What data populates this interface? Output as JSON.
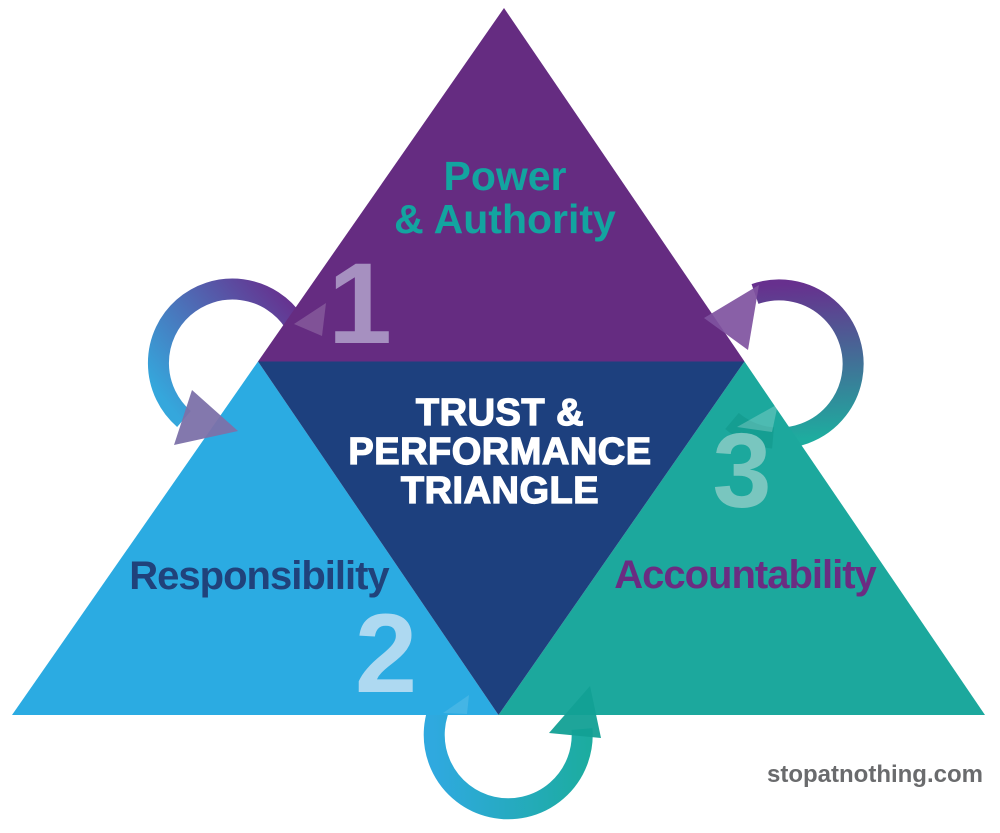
{
  "diagram": {
    "center": {
      "title_lines": [
        "TRUST &",
        "PERFORMANCE",
        "TRIANGLE"
      ],
      "fill": "#1D407E",
      "title_color": "#FFFFFF"
    },
    "power": {
      "label_line1": "Power",
      "label_line2": "& Authority",
      "number": "1",
      "fill": "#652C81",
      "label_color": "#13A4A0",
      "number_color": "#A690C0"
    },
    "responsibility": {
      "label": "Responsibility",
      "number": "2",
      "fill": "#2BABE2",
      "label_color": "#20427B",
      "number_color": "#AED9F1"
    },
    "accountability": {
      "label": "Accountability",
      "number": "3",
      "fill": "#1CA89D",
      "label_color": "#6B2C82",
      "number_color": "#79C6BF"
    },
    "arrows": {
      "left": {
        "from": "#67308E",
        "to": "#35A7DC",
        "head": "#7C71A9"
      },
      "right": {
        "from": "#67308E",
        "to": "#1EAC9F",
        "head": "#7F52A0"
      },
      "bottom": {
        "from": "#2FA9DF",
        "to": "#1CAC9F",
        "head": "#12A095"
      }
    },
    "watermark": {
      "text": "stopatnothing.com",
      "color": "#6A6B6D"
    }
  }
}
